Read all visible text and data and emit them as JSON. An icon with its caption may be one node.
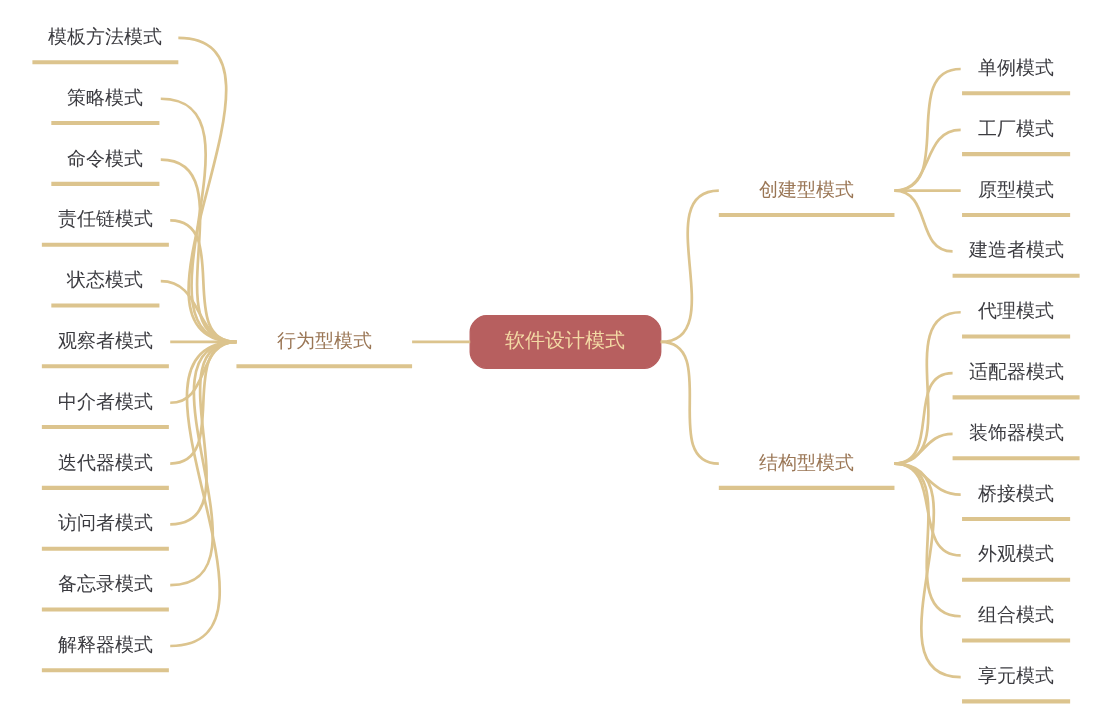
{
  "diagram": {
    "nodes": [
      {
        "text": [
          "软件设计模式"
        ]
      },
      {
        "text": [
          "创建型模式"
        ]
      },
      {
        "text": [
          "单例模式"
        ]
      },
      {
        "text": [
          "工厂模式"
        ]
      },
      {
        "text": [
          "原型模式"
        ]
      },
      {
        "text": [
          "建造者模式"
        ]
      },
      {
        "text": [
          "结构型模式"
        ]
      },
      {
        "text": [
          "代理模式"
        ]
      },
      {
        "text": [
          "适配器模式"
        ]
      },
      {
        "text": [
          "装饰器模式"
        ]
      },
      {
        "text": [
          "桥接模式"
        ]
      },
      {
        "text": [
          "外观模式"
        ]
      },
      {
        "text": [
          "组合模式"
        ]
      },
      {
        "text": [
          "享元模式"
        ]
      },
      {
        "text": [
          "行为型模式"
        ]
      },
      {
        "text": [
          "模板方法模式"
        ]
      },
      {
        "text": [
          "策略模式"
        ]
      },
      {
        "text": [
          "命令模式"
        ]
      },
      {
        "text": [
          "责任链模式"
        ]
      },
      {
        "text": [
          "状态模式"
        ]
      },
      {
        "text": [
          "观察者模式"
        ]
      },
      {
        "text": [
          "中介者模式"
        ]
      },
      {
        "text": [
          "迭代器模式"
        ]
      },
      {
        "text": [
          "访问者模式"
        ]
      },
      {
        "text": [
          "备忘录模式"
        ]
      },
      {
        "text": [
          "解释器模式"
        ]
      }
    ],
    "edges": [
      {
        "from": 0,
        "to": 1,
        "arrow": "none"
      },
      {
        "from": 1,
        "to": 2,
        "arrow": "none"
      },
      {
        "from": 1,
        "to": 3,
        "arrow": "none"
      },
      {
        "from": 1,
        "to": 4,
        "arrow": "none"
      },
      {
        "from": 1,
        "to": 5,
        "arrow": "none"
      },
      {
        "from": 0,
        "to": 6,
        "arrow": "none"
      },
      {
        "from": 6,
        "to": 7,
        "arrow": "none"
      },
      {
        "from": 6,
        "to": 8,
        "arrow": "none"
      },
      {
        "from": 6,
        "to": 9,
        "arrow": "none"
      },
      {
        "from": 6,
        "to": 10,
        "arrow": "none"
      },
      {
        "from": 6,
        "to": 11,
        "arrow": "none"
      },
      {
        "from": 6,
        "to": 12,
        "arrow": "none"
      },
      {
        "from": 6,
        "to": 13,
        "arrow": "none"
      },
      {
        "from": 0,
        "to": 14,
        "arrow": "none"
      },
      {
        "from": 14,
        "to": 15,
        "arrow": "none"
      },
      {
        "from": 14,
        "to": 16,
        "arrow": "none"
      },
      {
        "from": 14,
        "to": 17,
        "arrow": "none"
      },
      {
        "from": 14,
        "to": 18,
        "arrow": "none"
      },
      {
        "from": 14,
        "to": 19,
        "arrow": "none"
      },
      {
        "from": 14,
        "to": 20,
        "arrow": "none"
      },
      {
        "from": 14,
        "to": 21,
        "arrow": "none"
      },
      {
        "from": 14,
        "to": 22,
        "arrow": "none"
      },
      {
        "from": 14,
        "to": 23,
        "arrow": "none"
      },
      {
        "from": 14,
        "to": 24,
        "arrow": "none"
      },
      {
        "from": 14,
        "to": 25,
        "arrow": "none"
      }
    ]
  }
}
